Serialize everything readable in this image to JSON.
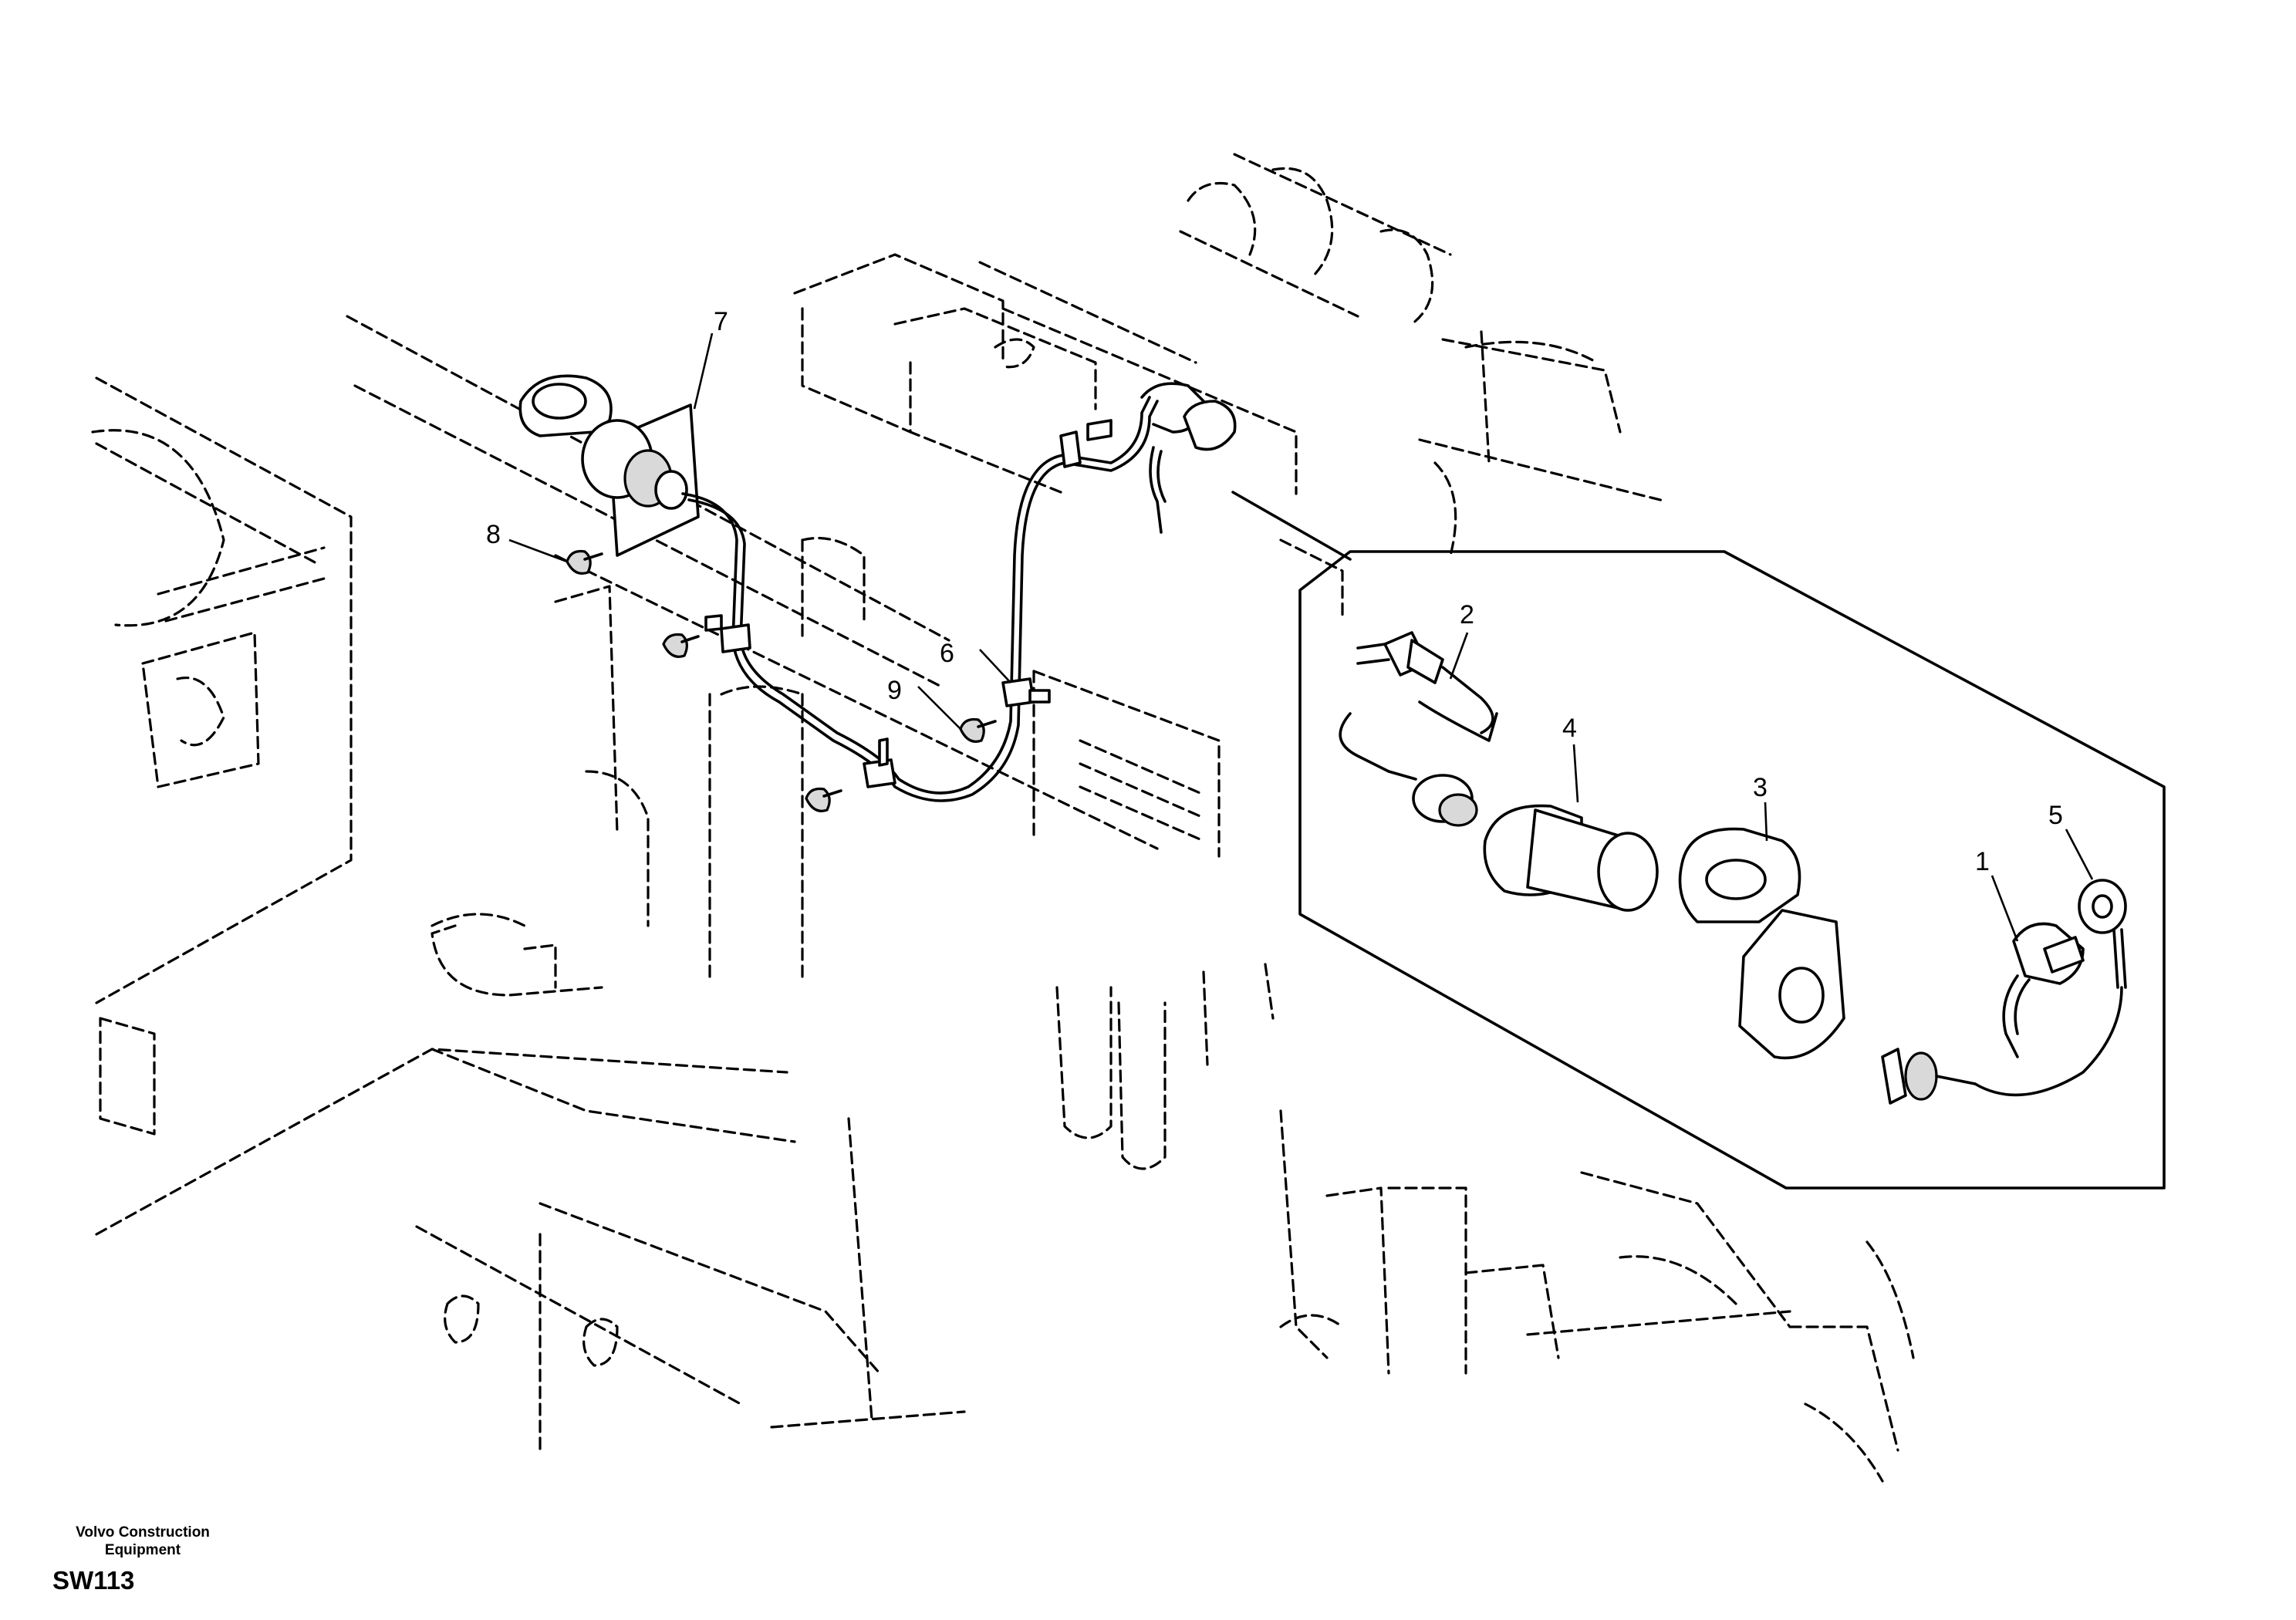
{
  "callouts": {
    "c1": "1",
    "c2": "2",
    "c3": "3",
    "c4": "4",
    "c5": "5",
    "c6": "6",
    "c7": "7",
    "c8": "8",
    "c9": "9"
  },
  "footer": {
    "manufacturer": "Volvo Construction Equipment",
    "code": "SW113"
  }
}
